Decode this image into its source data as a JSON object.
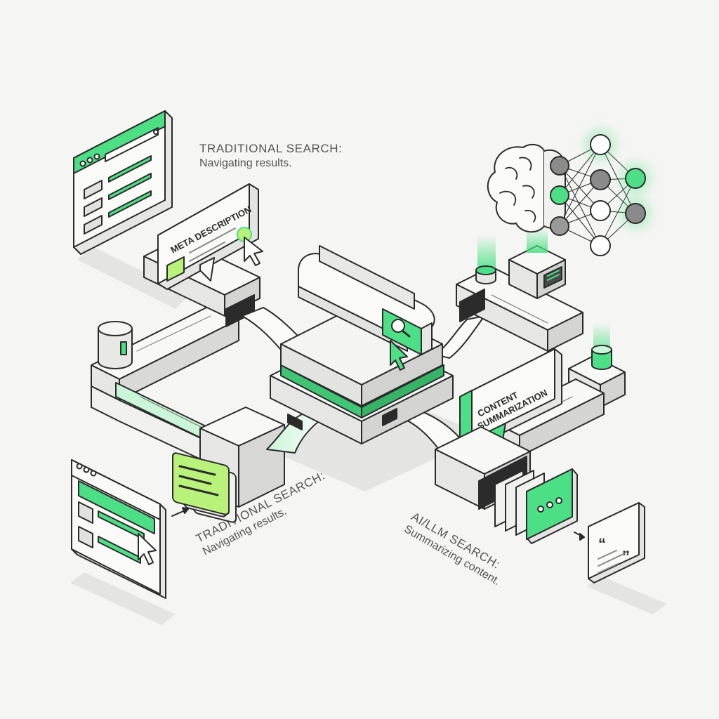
{
  "colors": {
    "accent": "#4ddf85",
    "accent_light": "#c9f5d8",
    "lime": "#b8f27a",
    "outline": "#2b2b2b",
    "panel": "#f2f2f0",
    "background": "#f5f5f3"
  },
  "labels": {
    "top_traditional_title": "TRADITIONAL SEARCH:",
    "top_traditional_sub": "Navigating results.",
    "bottom_traditional_title": "TRADITIONAL SEARCH:",
    "bottom_traditional_sub": "Navigating results.",
    "ai_title": "AI/LLM SEARCH:",
    "ai_sub": "Summarizing content."
  },
  "callouts": {
    "meta_description": "META DESCRIPTION",
    "content_line1": "CONTENT",
    "content_line2": "SUMMARIZATION"
  },
  "icons": [
    "browser-window-icon",
    "search-icon",
    "cursor-arrow-icon",
    "brain-icon",
    "neural-network-icon",
    "database-cylinder-icon",
    "quote-card-icon",
    "chat-bubble-dots-icon"
  ]
}
